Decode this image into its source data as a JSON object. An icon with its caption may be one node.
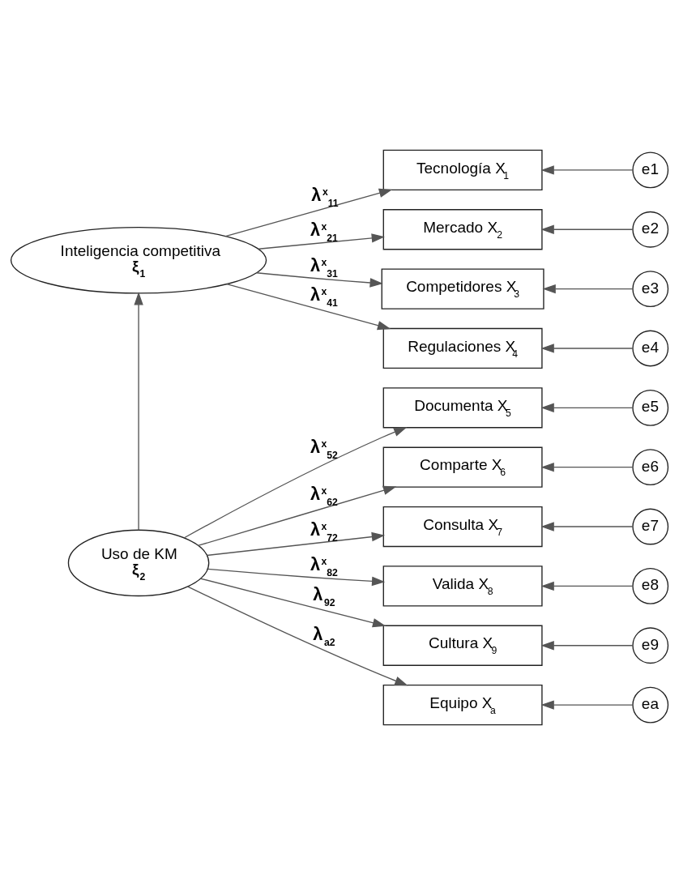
{
  "diagram": {
    "nodes": [
      {
        "text": [
          "Inteligencia competitiva",
          "ξ$_{1}$"
        ]
      },
      {
        "text": [
          "Tecnología X$_{1}$"
        ]
      },
      {
        "text": [
          "Mercado X$_{2}$"
        ]
      },
      {
        "text": [
          "Competidores X$_{3}$"
        ]
      },
      {
        "text": [
          "Regulaciones X$_{4}$"
        ]
      },
      {
        "text": [
          "e1"
        ]
      },
      {
        "text": [
          "e2"
        ]
      },
      {
        "text": [
          "e3"
        ]
      },
      {
        "text": [
          "e4"
        ]
      },
      {
        "text": [
          "Uso de KM",
          "ξ$_{2}$"
        ]
      },
      {
        "text": [
          "Documenta X$_{5}$"
        ]
      },
      {
        "text": [
          "Comparte X$_{6}$"
        ]
      },
      {
        "text": [
          "Consulta X$_{7}$"
        ]
      },
      {
        "text": [
          "Valida X$_{8}$"
        ]
      },
      {
        "text": [
          "Cultura X$_{9}$"
        ]
      },
      {
        "text": [
          "Equipo X$_{a}$"
        ]
      },
      {
        "text": [
          "e5"
        ]
      },
      {
        "text": [
          "e6"
        ]
      },
      {
        "text": [
          "e7"
        ]
      },
      {
        "text": [
          "e8"
        ]
      },
      {
        "text": [
          "e9"
        ]
      },
      {
        "text": [
          "ea"
        ]
      }
    ],
    "edges": [
      {
        "from": 0,
        "to": 1,
        "arrow": "to",
        "label": "λ$^{x}$$_{11}$"
      },
      {
        "from": 0,
        "to": 2,
        "arrow": "to",
        "label": "λ$^{x}$$_{21}$"
      },
      {
        "from": 0,
        "to": 3,
        "arrow": "to",
        "label": "λ$^{x}$$_{31}$"
      },
      {
        "from": 0,
        "to": 4,
        "arrow": "to",
        "label": "λ$^{x}$$_{41}$"
      },
      {
        "from": 5,
        "to": 1,
        "arrow": "to"
      },
      {
        "from": 6,
        "to": 2,
        "arrow": "to"
      },
      {
        "from": 7,
        "to": 3,
        "arrow": "to"
      },
      {
        "from": 8,
        "to": 4,
        "arrow": "to"
      },
      {
        "from": 9,
        "to": 0,
        "arrow": "to"
      },
      {
        "from": 9,
        "to": 10,
        "arrow": "to",
        "label": "λ$^{x}$$_{52}$"
      },
      {
        "from": 9,
        "to": 11,
        "arrow": "to",
        "label": "λ$^{x}$$_{62}$"
      },
      {
        "from": 9,
        "to": 12,
        "arrow": "to",
        "label": "λ$^{x}$$_{72}$"
      },
      {
        "from": 9,
        "to": 13,
        "arrow": "to",
        "label": "λ$^{x}$$_{82}$"
      },
      {
        "from": 9,
        "to": 14,
        "arrow": "to",
        "label": "λ$_{92}$"
      },
      {
        "from": 9,
        "to": 15,
        "arrow": "to",
        "label": "λ$_{a2}$"
      },
      {
        "from": 16,
        "to": 10,
        "arrow": "to"
      },
      {
        "from": 17,
        "to": 11,
        "arrow": "to"
      },
      {
        "from": 18,
        "to": 12,
        "arrow": "to"
      },
      {
        "from": 19,
        "to": 13,
        "arrow": "to"
      },
      {
        "from": 20,
        "to": 14,
        "arrow": "to"
      },
      {
        "from": 21,
        "to": 15,
        "arrow": "to"
      }
    ]
  }
}
